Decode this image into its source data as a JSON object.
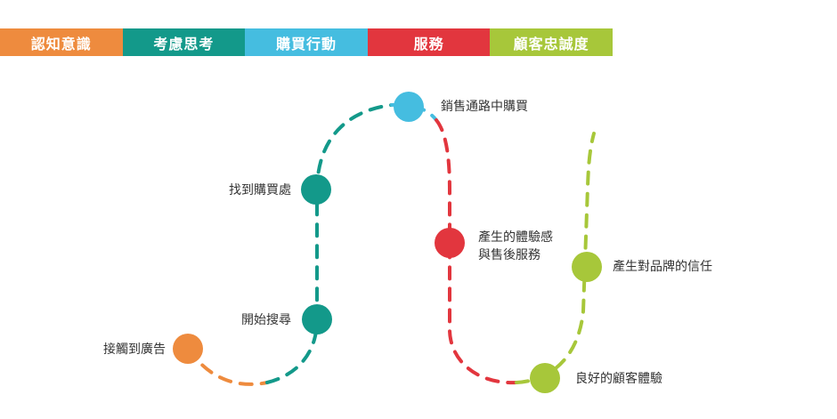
{
  "stages": [
    {
      "label": "認知意識",
      "color": "#EE8B3E"
    },
    {
      "label": "考慮思考",
      "color": "#13998A"
    },
    {
      "label": "購買行動",
      "color": "#45BDE0"
    },
    {
      "label": "服務",
      "color": "#E2363E"
    },
    {
      "label": "顧客忠誠度",
      "color": "#A7C73A"
    }
  ],
  "journey": {
    "touchpoints": [
      {
        "label": "接觸到廣告",
        "color": "#EE8B3E"
      },
      {
        "label": "開始搜尋",
        "color": "#13998A"
      },
      {
        "label": "找到購買處",
        "color": "#13998A"
      },
      {
        "label": "銷售通路中購買",
        "color": "#45BDE0"
      },
      {
        "label_line1": "產生的體驗感",
        "label_line2": "與售後服務",
        "color": "#E2363E"
      },
      {
        "label": "良好的顧客體驗",
        "color": "#A7C73A"
      },
      {
        "label": "產生對品牌的信任",
        "color": "#A7C73A"
      }
    ]
  }
}
